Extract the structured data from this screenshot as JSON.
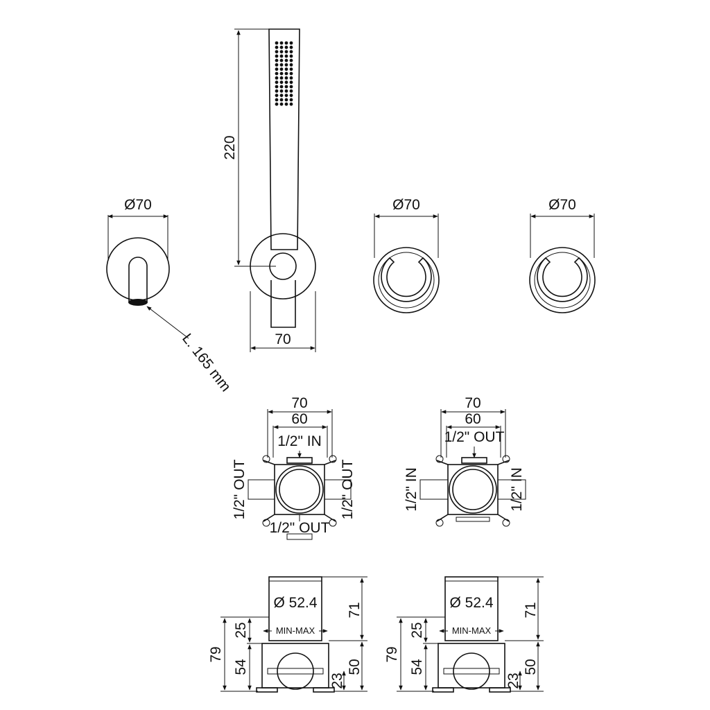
{
  "labels": {
    "d70": "Ø70",
    "len_220": "220",
    "w70": "70",
    "spout_len": "L. 165 mm",
    "box_w70": "70",
    "box_w60": "60",
    "half_in": "1/2\" IN",
    "half_out": "1/2\" OUT",
    "d524": "Ø 52.4",
    "minmax": "MIN-MAX",
    "h71": "71",
    "h25": "25",
    "h79": "79",
    "h54": "54",
    "h50": "50",
    "h23": "23"
  }
}
